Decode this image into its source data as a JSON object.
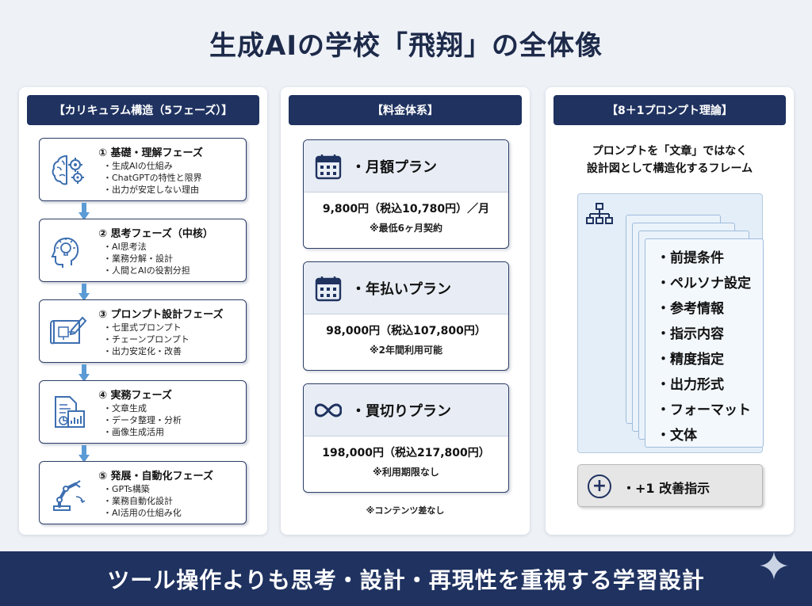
{
  "title": "生成AIの学校「飛翔」の全体像",
  "curriculum": {
    "header": "【カリキュラム構造（5フェーズ）】",
    "phases": [
      {
        "icon": "brain-gear-icon",
        "title": "① 基礎・理解フェーズ",
        "items": [
          "生成AIの仕組み",
          "ChatGPTの特性と限界",
          "出力が安定しない理由"
        ]
      },
      {
        "icon": "head-lightbulb-icon",
        "title": "② 思考フェーズ（中核）",
        "items": [
          "AI思考法",
          "業務分解・設計",
          "人間とAIの役割分担"
        ]
      },
      {
        "icon": "blueprint-pencil-icon",
        "title": "③ プロンプト設計フェーズ",
        "items": [
          "七里式プロンプト",
          "チェーンプロンプト",
          "出力安定化・改善"
        ]
      },
      {
        "icon": "document-chart-icon",
        "title": "④ 実務フェーズ",
        "items": [
          "文章生成",
          "データ整理・分析",
          "画像生成活用"
        ]
      },
      {
        "icon": "robot-arm-icon",
        "title": "⑤ 発展・自動化フェーズ",
        "items": [
          "GPTs構築",
          "業務自動化設計",
          "AI活用の仕組み化"
        ]
      }
    ]
  },
  "pricing": {
    "header": "【料金体系】",
    "plans": [
      {
        "icon": "calendar-icon",
        "name": "・月額プラン",
        "price": "9,800円（税込10,780円）／月",
        "note": "※最低6ヶ月契約"
      },
      {
        "icon": "calendar-icon",
        "name": "・年払いプラン",
        "price": "98,000円（税込107,800円）",
        "note": "※2年間利用可能"
      },
      {
        "icon": "infinity-icon",
        "name": "・買切りプラン",
        "price": "198,000円（税込217,800円）",
        "note": "※利用期限なし"
      }
    ],
    "footnote": "※コンテンツ差なし"
  },
  "prompt_theory": {
    "header": "【8＋1プロンプト理論】",
    "description_line1": "プロンプトを「文章」ではなく",
    "description_line2": "設計図として構造化するフレーム",
    "items": [
      "前提条件",
      "ペルソナ設定",
      "参考情報",
      "指示内容",
      "精度指定",
      "出力形式",
      "フォーマット",
      "文体"
    ],
    "plus_label": "・+1 改善指示"
  },
  "banner": "ツール操作よりも思考・設計・再現性を重視する学習設計",
  "colors": {
    "navy": "#1f3260",
    "background": "#eef1f6",
    "icon_blue": "#3d6fb0"
  }
}
